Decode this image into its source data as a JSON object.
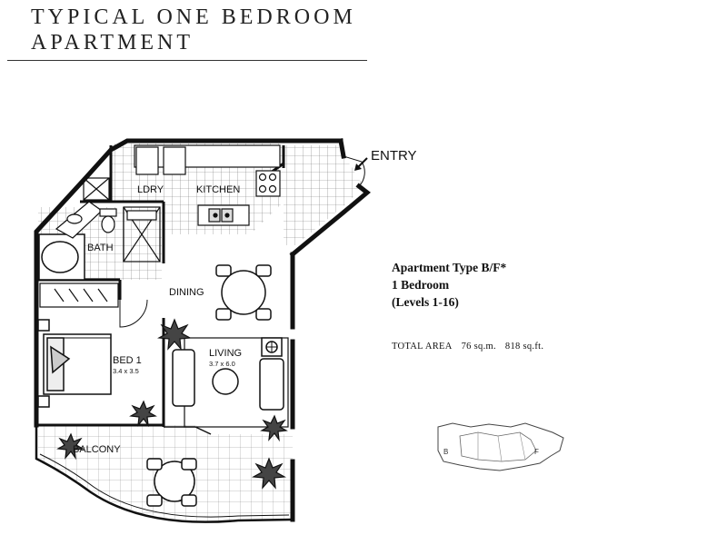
{
  "header": {
    "title_line1": "TYPICAL ONE BEDROOM",
    "title_line2": "APARTMENT"
  },
  "rooms": {
    "entry": "ENTRY",
    "laundry": "LDRY",
    "kitchen": "KITCHEN",
    "bath": "BATH",
    "dining": "DINING",
    "bed": "BED 1",
    "bed_size": "3.4 x 3.5",
    "living": "LIVING",
    "living_size": "3.7 x 6.0",
    "balcony": "BALCONY"
  },
  "info": {
    "type": "Apartment Type B/F*",
    "bedrooms": "1 Bedroom",
    "levels": "(Levels 1-16)",
    "area_label": "TOTAL AREA",
    "area_sqm": "76 sq.m.",
    "area_sqft": "818 sq.ft."
  },
  "keyplan": {
    "label_b": "B",
    "label_f": "F"
  }
}
